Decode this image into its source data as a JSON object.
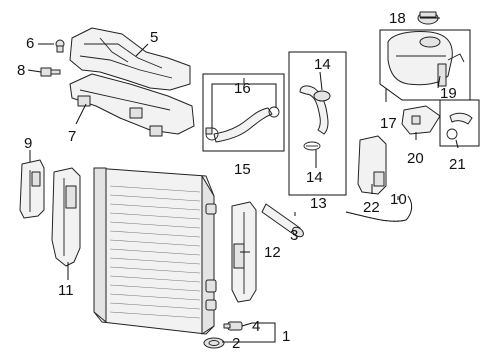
{
  "callouts": {
    "c1": "1",
    "c2": "2",
    "c3": "3",
    "c4": "4",
    "c5": "5",
    "c6": "6",
    "c7": "7",
    "c8": "8",
    "c9": "9",
    "c10": "10",
    "c11": "11",
    "c12": "12",
    "c13": "13",
    "c14a": "14",
    "c14b": "14",
    "c15": "15",
    "c16": "16",
    "c17": "17",
    "c18": "18",
    "c19": "19",
    "c20": "20",
    "c21": "21",
    "c22": "22"
  }
}
